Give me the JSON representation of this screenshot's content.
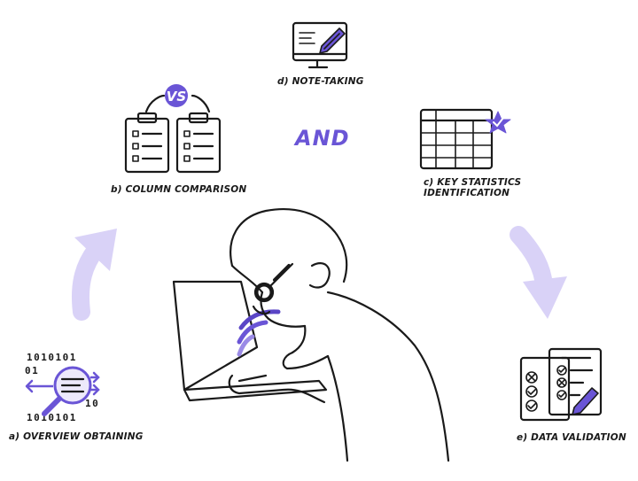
{
  "steps": {
    "a": "a) OVERVIEW OBTAINING",
    "b": "b) COLUMN COMPARISON",
    "c_line1": "c) KEY STATISTICS",
    "c_line2": "IDENTIFICATION",
    "d": "d) NOTE-TAKING",
    "e": "e) DATA VALIDATION"
  },
  "connector": "AND",
  "vs_badge": "VS",
  "binary": {
    "top": "1010101",
    "left": "01",
    "right": "10",
    "bottom": "1010101"
  },
  "colors": {
    "accent": "#6a55d6",
    "arrow": "#d9d2f7",
    "ink": "#1a1a1a"
  }
}
